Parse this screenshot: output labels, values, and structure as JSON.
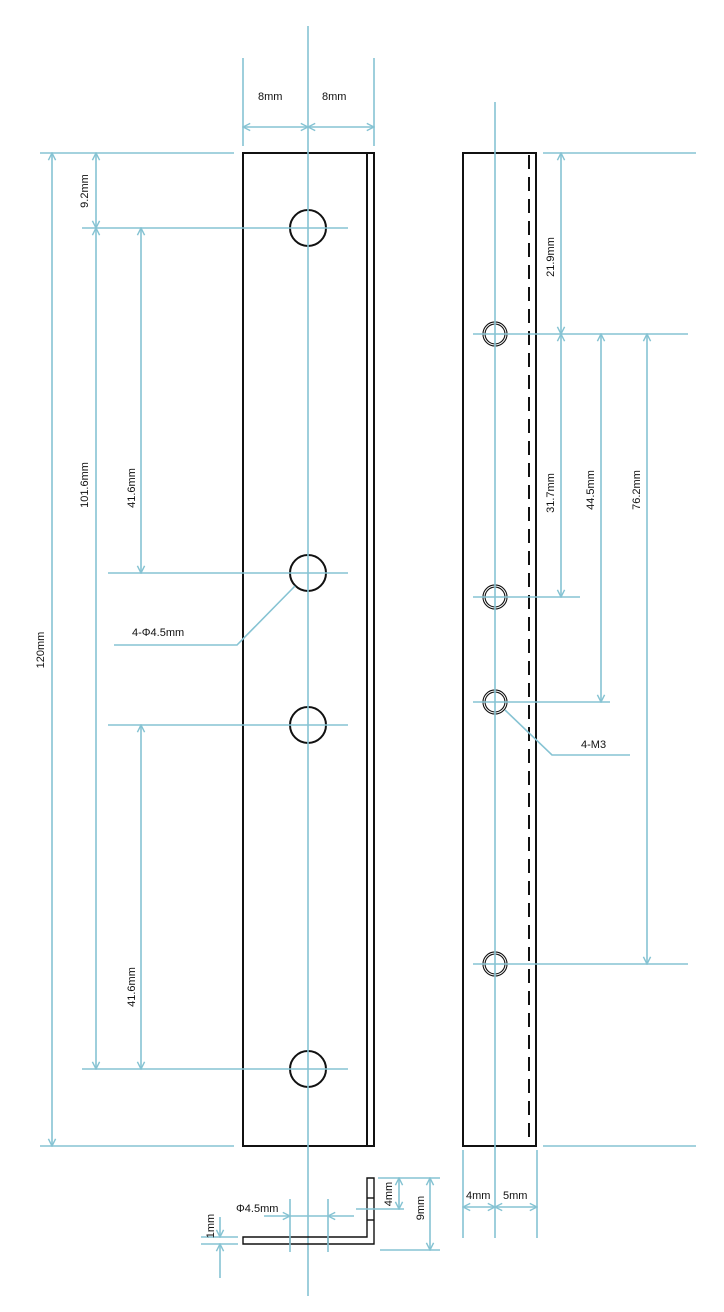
{
  "drawing": {
    "title": "L-bracket technical drawing",
    "colors": {
      "dimension_line": "#86c3d3",
      "part_outline": "#111111",
      "background": "#ffffff"
    },
    "front_view": {
      "hole_count": 4,
      "labels": {
        "width_left": "8mm",
        "width_right": "8mm",
        "total_length": "120mm",
        "top_offset": "9.2mm",
        "hole_span": "101.6mm",
        "upper_pitch": "41.6mm",
        "lower_pitch": "41.6mm",
        "hole_callout": "4-Φ4.5mm"
      }
    },
    "side_view": {
      "hole_count": 4,
      "labels": {
        "top_offset": "21.9mm",
        "pitch_1": "31.7mm",
        "pitch_2": "44.5mm",
        "pitch_3": "76.2mm",
        "hole_callout": "4-M3",
        "width_left": "4mm",
        "width_right": "5mm"
      }
    },
    "section_view": {
      "labels": {
        "hole_dia": "Φ4.5mm",
        "thickness": "1mm",
        "flange_hole_offset": "4mm",
        "flange_height": "9mm"
      }
    }
  }
}
